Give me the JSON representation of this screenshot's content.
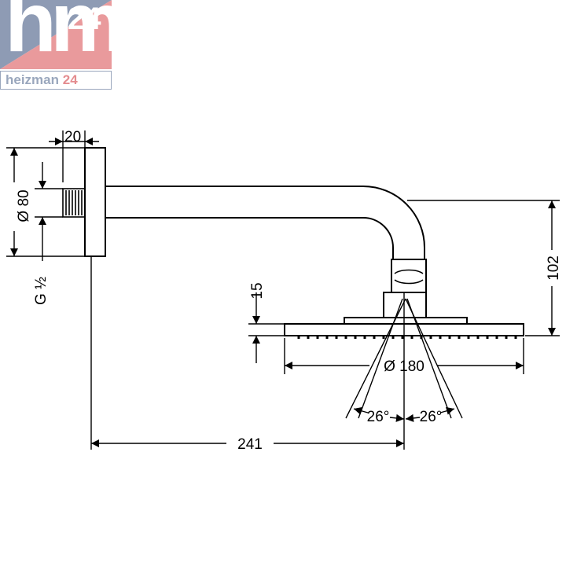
{
  "logo": {
    "mark": "hm",
    "number": "24",
    "brand_name": "heizman",
    "brand_number": "24"
  },
  "colors": {
    "logo_blue": "#8e9bb4",
    "logo_red": "#e99a9c",
    "line": "#000000"
  },
  "dimensions": {
    "wall_depth": "20",
    "flange_diameter": "Ø 80",
    "thread": "G ½",
    "head_height": "15",
    "drop": "102",
    "head_diameter": "Ø 180",
    "angle_left": "26°",
    "angle_right": "26°",
    "projection": "241"
  }
}
